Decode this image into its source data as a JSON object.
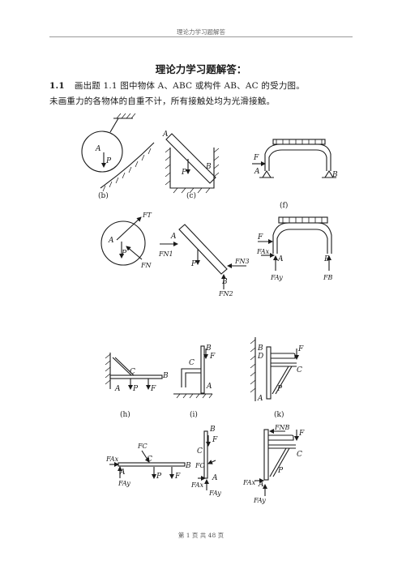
{
  "header": {
    "text": "理论力学习题解答"
  },
  "title": "理论力学习题解答：",
  "problem": {
    "number": "1.1",
    "line1": "画出题 1.1 图中物体 A、ABC 或构件 AB、AC 的受力图。",
    "line2": "未画重力的各物体的自重不计，所有接触处均为光滑接触。"
  },
  "captions": {
    "b": "(b)",
    "c": "(c)",
    "f": "(f)",
    "h": "(h)",
    "i": "(i)",
    "k": "(k)"
  },
  "labels": {
    "A": "A",
    "B": "B",
    "C": "C",
    "D": "D",
    "P": "P",
    "F": "F",
    "FT": "FT",
    "FN": "FN",
    "FN1": "FN1",
    "FN2": "FN2",
    "FN3": "FN3",
    "FAx": "FAx",
    "FAy": "FAy",
    "FB": "FB",
    "FC": "FC",
    "FNB": "FNB"
  },
  "footer": {
    "text": "第 1 页 共 48 页"
  }
}
